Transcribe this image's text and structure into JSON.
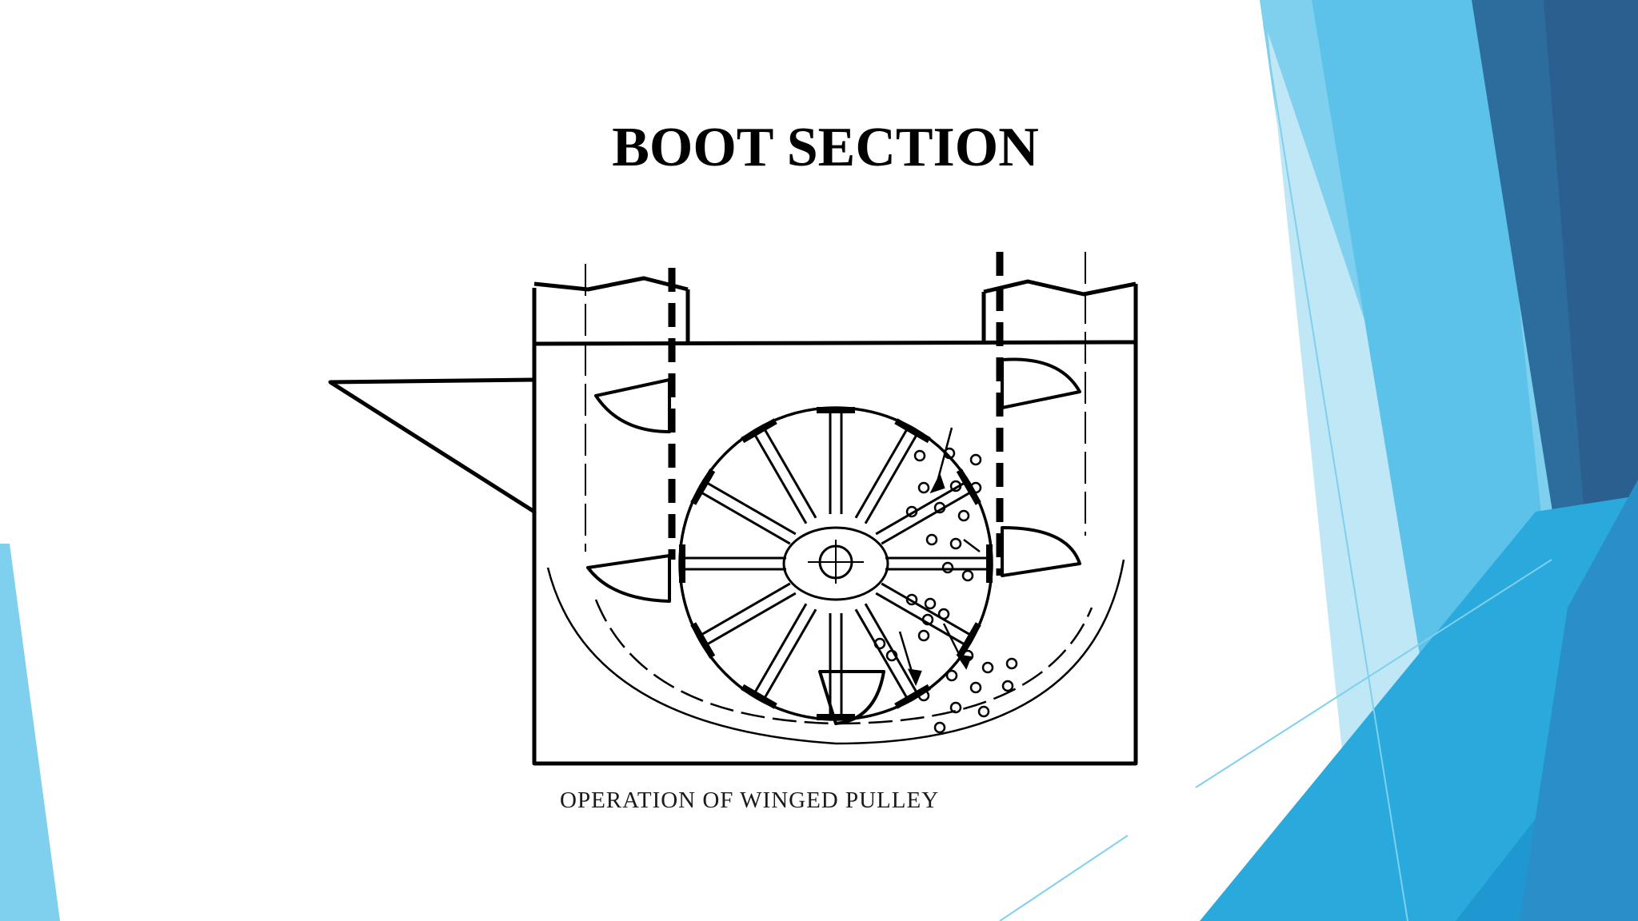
{
  "slide": {
    "title": "BOOT SECTION",
    "figure_caption": "OPERATION OF WINGED PULLEY"
  },
  "theme": {
    "background": "#ffffff",
    "accent_light": "#7fd0ee",
    "accent_mid": "#3fb2e0",
    "accent_dark": "#2a6a9c",
    "line_color": "#000000"
  },
  "diagram": {
    "pulley_spokes": 12
  }
}
